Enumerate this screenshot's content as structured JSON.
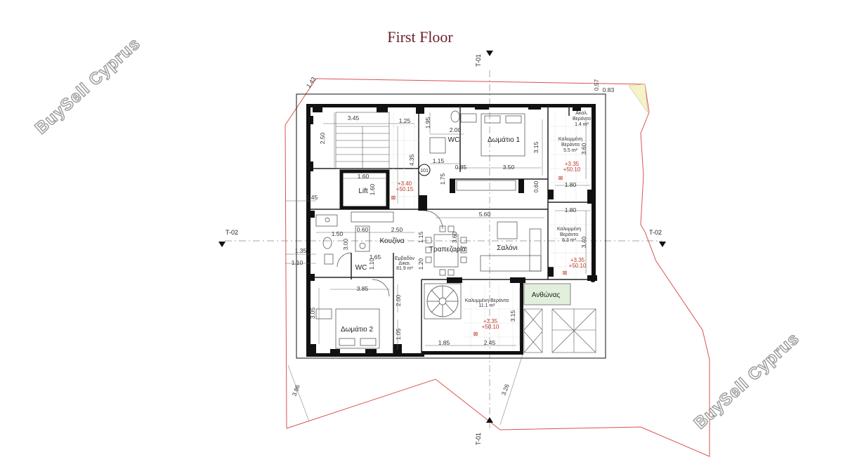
{
  "title": "First Floor",
  "watermark": "BuySell Cyprus",
  "sections": {
    "top": "T-01",
    "bottom": "T-01",
    "left": "T-02",
    "right": "T-02"
  },
  "rooms": {
    "room1": "Δωμάτιο 1",
    "room2": "Δωμάτιο 2",
    "wc_top": "WC",
    "wc_mid": "WC",
    "lift": "Lift",
    "kitchen": "Κουζίνα",
    "dining": "Τραπεζαρία",
    "living": "Σαλόνι",
    "flowerbed": "Ανθώνας",
    "door_no": "101"
  },
  "verandas": {
    "open_label_1": "Ακαλ.",
    "open_label_2": "Βεράντα",
    "open_area": "1.4 m²",
    "covered_top_1": "Καλυμμένη",
    "covered_top_2": "Βεράντα",
    "covered_top_area": "5.5 m²",
    "covered_mid_1": "Καλυμμένη",
    "covered_mid_2": "Βεράντα",
    "covered_mid_area": "6.3 m²",
    "covered_bottom": "Καλυμμένη Βεράντα",
    "covered_bottom_area": "11.1 m²",
    "entrance_1": "Εμβαδόν",
    "entrance_2": "Δικαι.",
    "entrance_area": "81.9 m²"
  },
  "levels": {
    "l1a": "+3.40",
    "l1b": "+50.15",
    "l2a": "+3.35",
    "l2b": "+50.10",
    "l3a": "+3.35",
    "l3b": "+50.10",
    "l4a": "+3.35",
    "l4b": "+50.10"
  },
  "dimensions": {
    "d_143": "1.43",
    "d_057": "0.57",
    "d_083": "0.83",
    "d_345": "3.45",
    "d_125": "1.25",
    "d_250a": "2.50",
    "d_195": "1.95",
    "d_200a": "2.00",
    "d_315a": "3.15",
    "d_360": "3.60",
    "d_435": "4.35",
    "d_115a": "1.15",
    "d_085": "0.85",
    "d_350": "3.50",
    "d_175": "1.75",
    "d_160a": "1.60",
    "d_160b": "1.60",
    "d_060a": "0.60",
    "d_180a": "1.80",
    "d_245a": "2.45",
    "d_560": "5.60",
    "d_180b": "1.80",
    "d_150": "1.50",
    "d_060b": "0.60",
    "d_250b": "2.50",
    "d_300": "3.00",
    "d_115b": "1.15",
    "d_360b": "3.60",
    "d_340": "3.40",
    "d_135": "1.35",
    "d_165": "1.65",
    "d_110a": "1.10",
    "d_110b": "1.10",
    "d_120": "1.20",
    "d_385": "3.85",
    "d_200b": "2.00",
    "d_305": "3.05",
    "d_105": "1.05",
    "d_315b": "3.15",
    "d_185": "1.85",
    "d_245b": "2.45",
    "d_386": "3.86",
    "d_326": "3.26"
  }
}
